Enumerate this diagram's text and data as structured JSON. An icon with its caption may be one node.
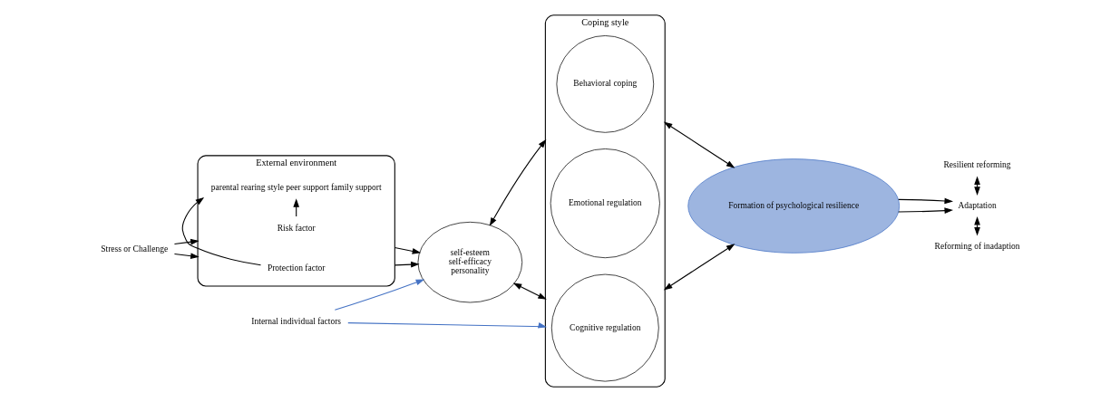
{
  "diagram": {
    "nodes": [
      {
        "text": [
          "Stress or Challenge"
        ]
      },
      {
        "text": [
          "External environment"
        ]
      },
      {
        "text": [
          "Risk factor"
        ],
        "in": 1
      },
      {
        "text": [
          "parental rearing style peer support family support"
        ],
        "in": 1
      },
      {
        "text": [
          "Protection factor"
        ],
        "in": 1
      },
      {
        "text": [
          "self-esteem",
          "self-efficacy",
          "personality"
        ]
      },
      {
        "text": [
          "Internal individual factors"
        ]
      },
      {
        "text": [
          "Coping style"
        ]
      },
      {
        "text": [
          "Cognitive regulation"
        ],
        "in": 7
      },
      {
        "text": [
          "Emotional regulation"
        ],
        "in": 7
      },
      {
        "text": [
          "Behavioral coping"
        ],
        "in": 7
      },
      {
        "text": [
          "Formation of psychological resilience"
        ]
      },
      {
        "text": [
          "Resilient reforming"
        ]
      },
      {
        "text": [
          "Adaptation"
        ]
      },
      {
        "text": [
          "Reforming of inadaption"
        ]
      }
    ],
    "edges": [
      {
        "from": 0,
        "to": 1,
        "arrow": "to"
      },
      {
        "from": 0,
        "to": 1,
        "arrow": "to"
      },
      {
        "from": 2,
        "to": 3,
        "arrow": "to"
      },
      {
        "from": 4,
        "to": 3,
        "arrow": "to"
      },
      {
        "from": 1,
        "to": 5,
        "arrow": "to"
      },
      {
        "from": 1,
        "to": 5,
        "arrow": "to"
      },
      {
        "from": 6,
        "to": 5,
        "arrow": "to",
        "color": "#4472c4"
      },
      {
        "from": 6,
        "to": 7,
        "arrow": "to",
        "color": "#4472c4"
      },
      {
        "from": 5,
        "to": 7,
        "arrow": "both"
      },
      {
        "from": 5,
        "to": 7,
        "arrow": "both"
      },
      {
        "from": 7,
        "to": 11,
        "arrow": "both"
      },
      {
        "from": 7,
        "to": 11,
        "arrow": "both"
      },
      {
        "from": 11,
        "to": 13,
        "arrow": "to"
      },
      {
        "from": 11,
        "to": 13,
        "arrow": "to"
      },
      {
        "from": 12,
        "to": 13,
        "arrow": "both"
      },
      {
        "from": 13,
        "to": 14,
        "arrow": "both"
      }
    ]
  }
}
